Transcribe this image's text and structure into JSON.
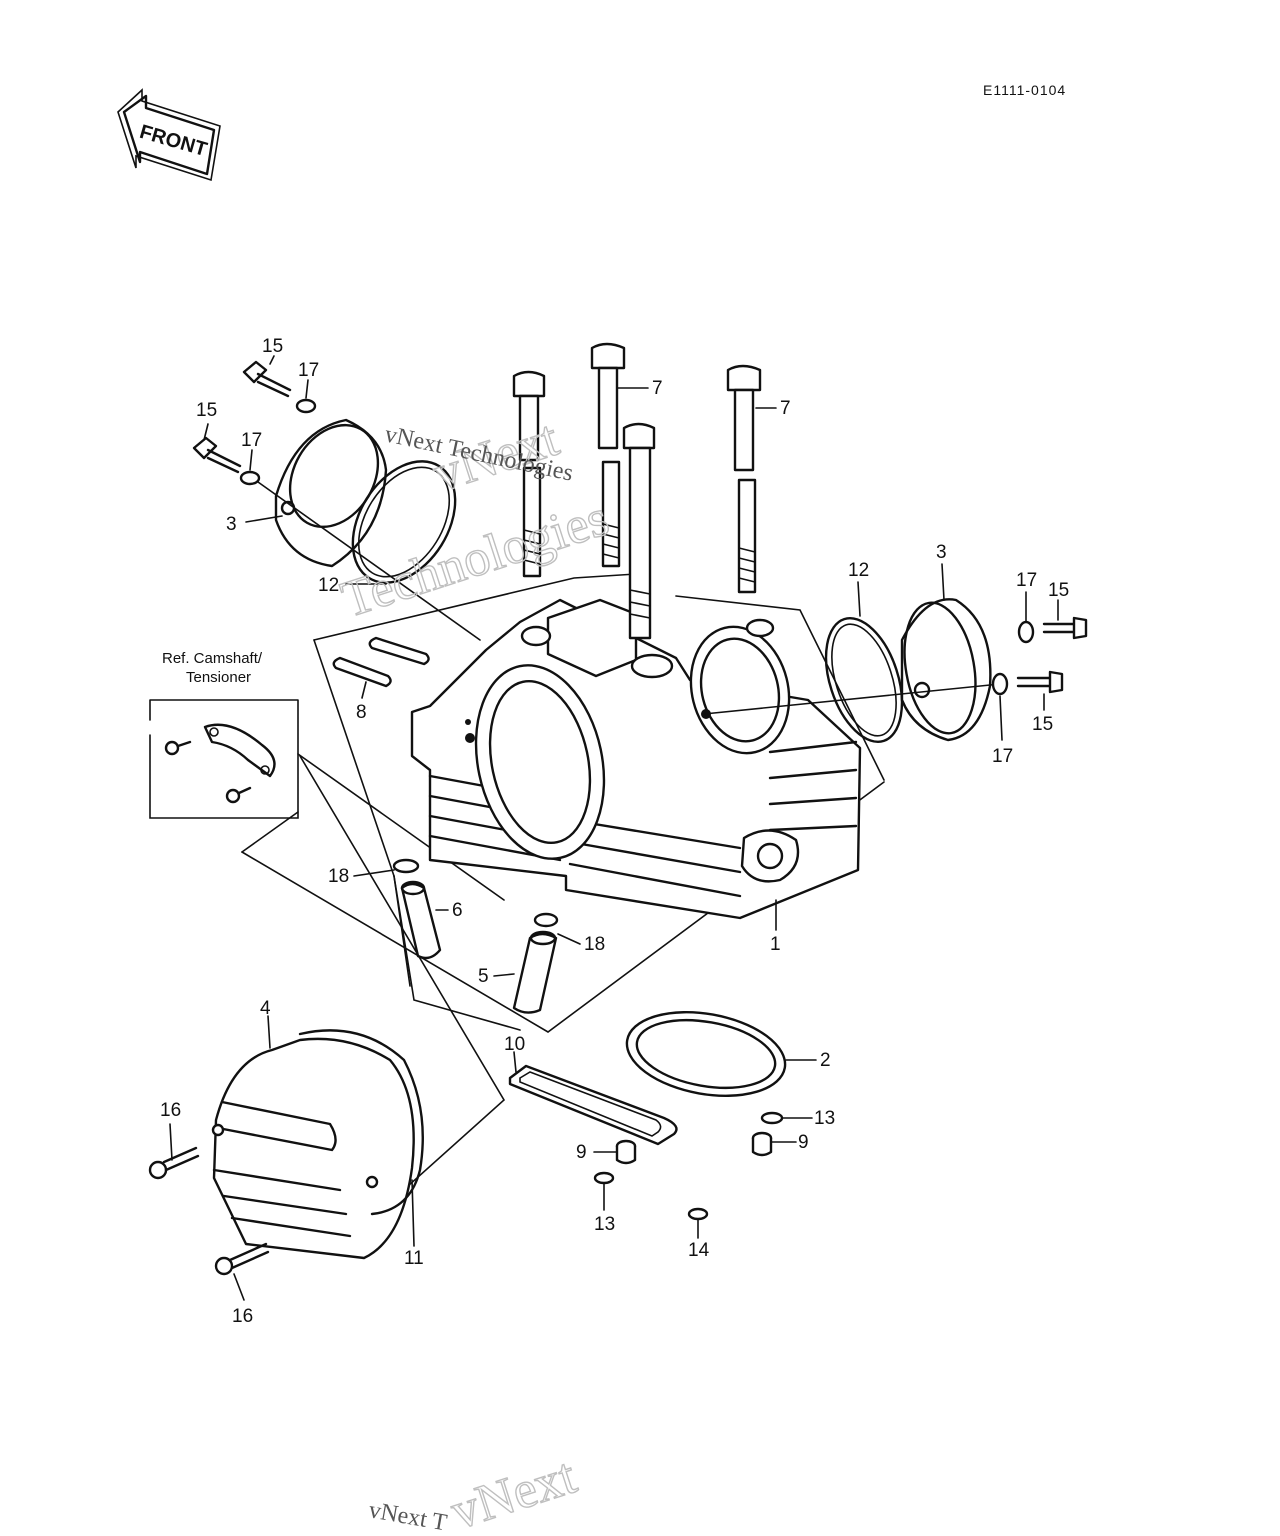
{
  "diagram_code": "E1111-0104",
  "front_label": "FRONT",
  "ref_box": {
    "line1": "Ref. Camshaft/",
    "line2": "Tensioner"
  },
  "watermark": {
    "line1": "vNext",
    "line2": "Technologies",
    "overlay": "vNext Technologies",
    "bottom_1": "vNext",
    "bottom_2": "vNext T"
  },
  "callouts": {
    "c15a": "15",
    "c17a": "17",
    "c15b": "15",
    "c17b": "17",
    "c3a": "3",
    "c7a": "7",
    "c7b": "7",
    "c12a": "12",
    "c8": "8",
    "c12b": "12",
    "c3b": "3",
    "c17c": "17",
    "c15c": "15",
    "c15d": "15",
    "c17d": "17",
    "c18a": "18",
    "c6": "6",
    "c18b": "18",
    "c5": "5",
    "c1": "1",
    "c4": "4",
    "c10": "10",
    "c2": "2",
    "c13a": "13",
    "c9a": "9",
    "c9b": "9",
    "c16a": "16",
    "c13b": "13",
    "c14": "14",
    "c11": "11",
    "c16b": "16"
  }
}
